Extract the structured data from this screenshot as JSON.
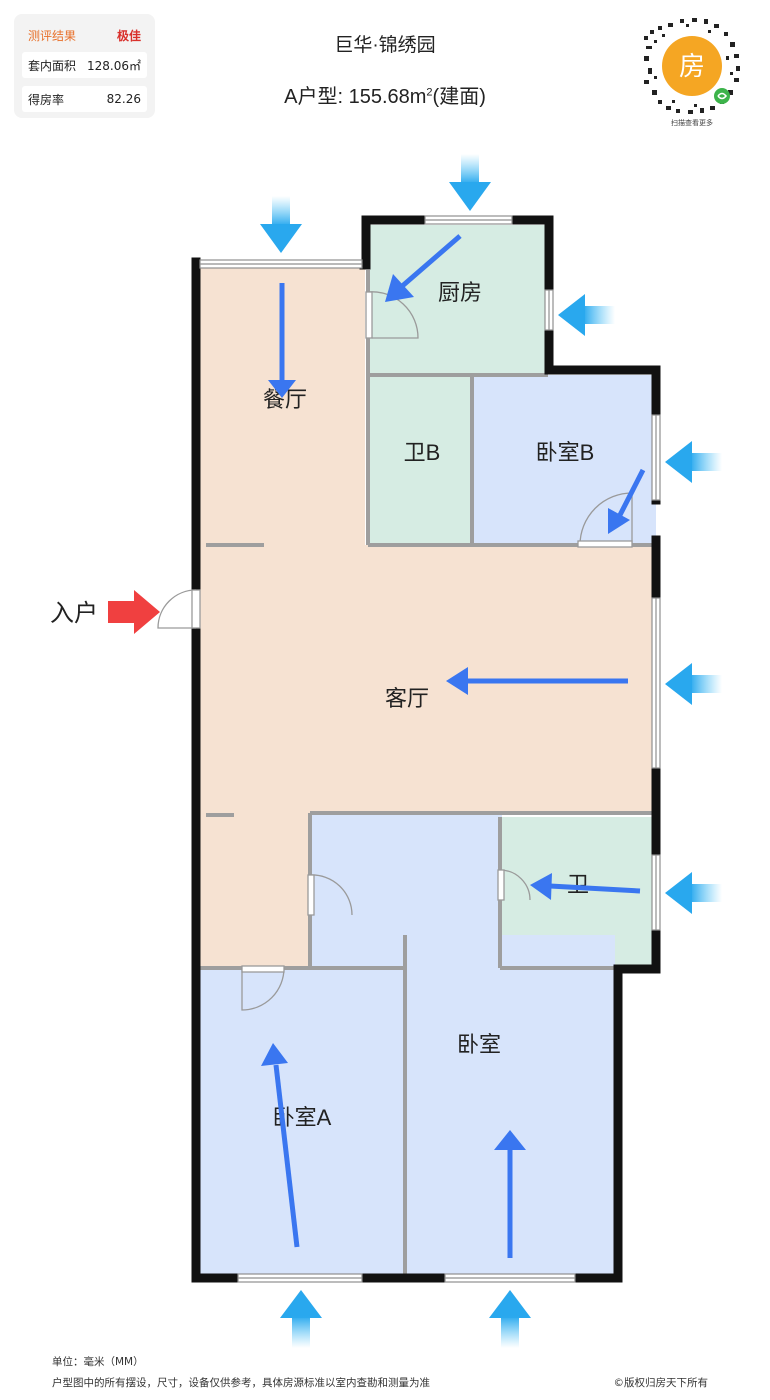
{
  "score_card": {
    "heading": "测评结果",
    "rating": "极佳",
    "area_label": "套内面积",
    "area_value": "128.06㎡",
    "ratio_label": "得房率",
    "ratio_value": "82.26"
  },
  "header": {
    "project": "巨华·锦绣园",
    "unit_type_prefix": "A户型: 155.68m",
    "unit_type_sup": "2",
    "unit_type_suffix": "(建面)"
  },
  "qr": {
    "center_char": "房",
    "caption": "扫描查看更多"
  },
  "rooms": {
    "kitchen": "厨房",
    "dining": "餐厅",
    "bath_b": "卫B",
    "bedroom_b": "卧室B",
    "living": "客厅",
    "bath": "卫",
    "bedroom_a": "卧室A",
    "bedroom": "卧室"
  },
  "entry_label": "入户",
  "footer": {
    "unit": "单位：毫米（MM）",
    "disclaimer": "户型图中的所有摆设，尺寸，设备仅供参考，具体房源标准以室内查勘和测量为准",
    "copyright": "©版权归房天下所有"
  },
  "colors": {
    "wall": "#111111",
    "dining_living": "#f6e2d2",
    "wet_room": "#d6ece3",
    "bedroom": "#d7e4fb",
    "interior_wall": "#9e9e9e",
    "airflow_arrow": "#3a76f0",
    "light_arrow": "#2bb4f0",
    "entry_arrow": "#f04040",
    "card_accent": "#e8702a",
    "rating": "#d9302b",
    "brand_orange": "#f5a623"
  }
}
